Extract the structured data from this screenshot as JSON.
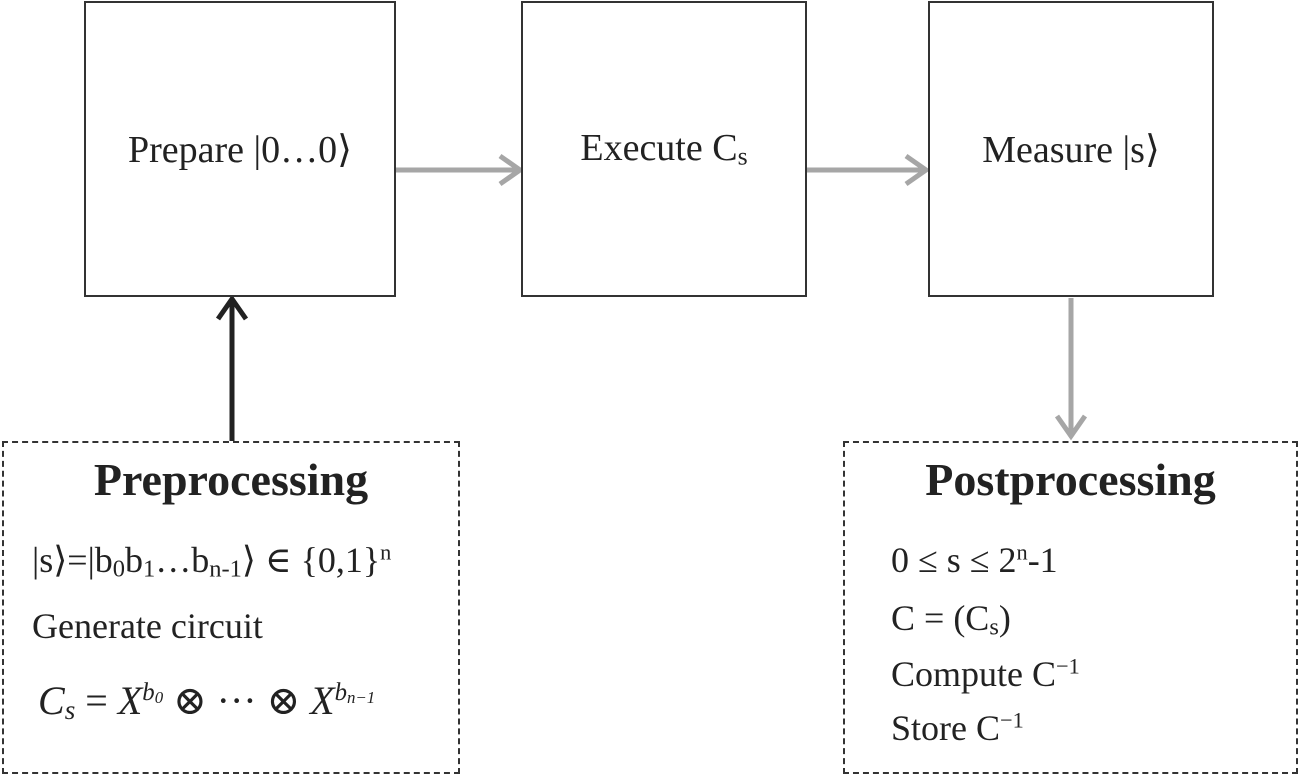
{
  "boxes": {
    "prepare": {
      "label": "Prepare |0…0⟩"
    },
    "execute": {
      "label_main": "Execute C",
      "label_sub": "s"
    },
    "measure": {
      "label": "Measure |s⟩"
    }
  },
  "preprocessing": {
    "title": "Preprocessing",
    "state_line": {
      "p1": "|s⟩=|b",
      "s1": "0",
      "p2": "b",
      "s2": "1",
      "p3": "…b",
      "s3": "n-1",
      "p4": "⟩ ∈ {0,1}",
      "sup": "n"
    },
    "generate": "Generate circuit",
    "formula": {
      "c": "C",
      "c_sub": "s",
      "eq": " = ",
      "x1": "X",
      "b0": "b",
      "b0_sub": "0",
      "otimes1": " ⊗ ··· ⊗ ",
      "x2": "X",
      "bn": "b",
      "bn_sub": "n−1"
    }
  },
  "postprocessing": {
    "title": "Postprocessing",
    "range": {
      "p1": "0 ≤ s ≤ 2",
      "sup": "n",
      "p2": "-1"
    },
    "circuit": {
      "p1": "C = (C",
      "sub": "s",
      "p2": ")"
    },
    "compute": {
      "p1": "Compute C",
      "sup": "−1"
    },
    "store": {
      "p1": "Store C",
      "sup": "−1"
    }
  },
  "colors": {
    "gray_arrow": "#a6a6a6",
    "dark_arrow": "#222222",
    "border": "#333333"
  }
}
